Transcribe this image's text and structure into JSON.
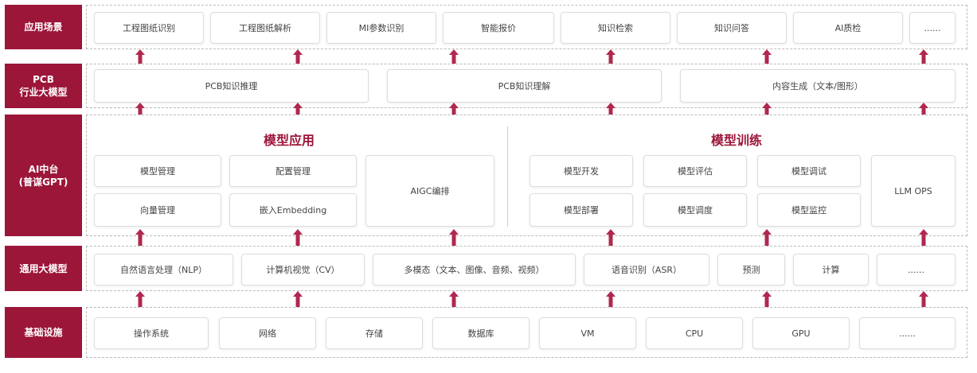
{
  "rows": {
    "app_scene": {
      "label": "应用场景",
      "items": [
        "工程图纸识别",
        "工程图纸解析",
        "MI参数识别",
        "智能报价",
        "知识检索",
        "知识问答",
        "AI质检",
        "......"
      ]
    },
    "pcb_model": {
      "label_line1": "PCB",
      "label_line2": "行业大模型",
      "items": [
        "PCB知识推理",
        "PCB知识理解",
        "内容生成（文本/图形）"
      ]
    },
    "ai_platform": {
      "label_line1": "AI中台",
      "label_line2": "(普谋GPT)",
      "model_app": {
        "title": "模型应用",
        "items": [
          "模型管理",
          "配置管理",
          "向量管理",
          "嵌入Embedding",
          "AIGC编排"
        ]
      },
      "model_train": {
        "title": "模型训练",
        "items": [
          "模型开发",
          "模型评估",
          "模型调试",
          "模型部署",
          "模型调度",
          "模型监控",
          "LLM OPS"
        ]
      }
    },
    "general_model": {
      "label": "通用大模型",
      "items": [
        "自然语言处理（NLP）",
        "计算机视觉（CV）",
        "多模态（文本、图像、音频、视频）",
        "语音识别（ASR）",
        "预测",
        "计算",
        "......"
      ]
    },
    "infra": {
      "label": "基础设施",
      "items": [
        "操作系统",
        "网络",
        "存储",
        "数据库",
        "VM",
        "CPU",
        "GPU",
        "......"
      ]
    }
  },
  "caption": "",
  "colors": {
    "brand": "#9c1639",
    "arrow": "#b0284f"
  }
}
